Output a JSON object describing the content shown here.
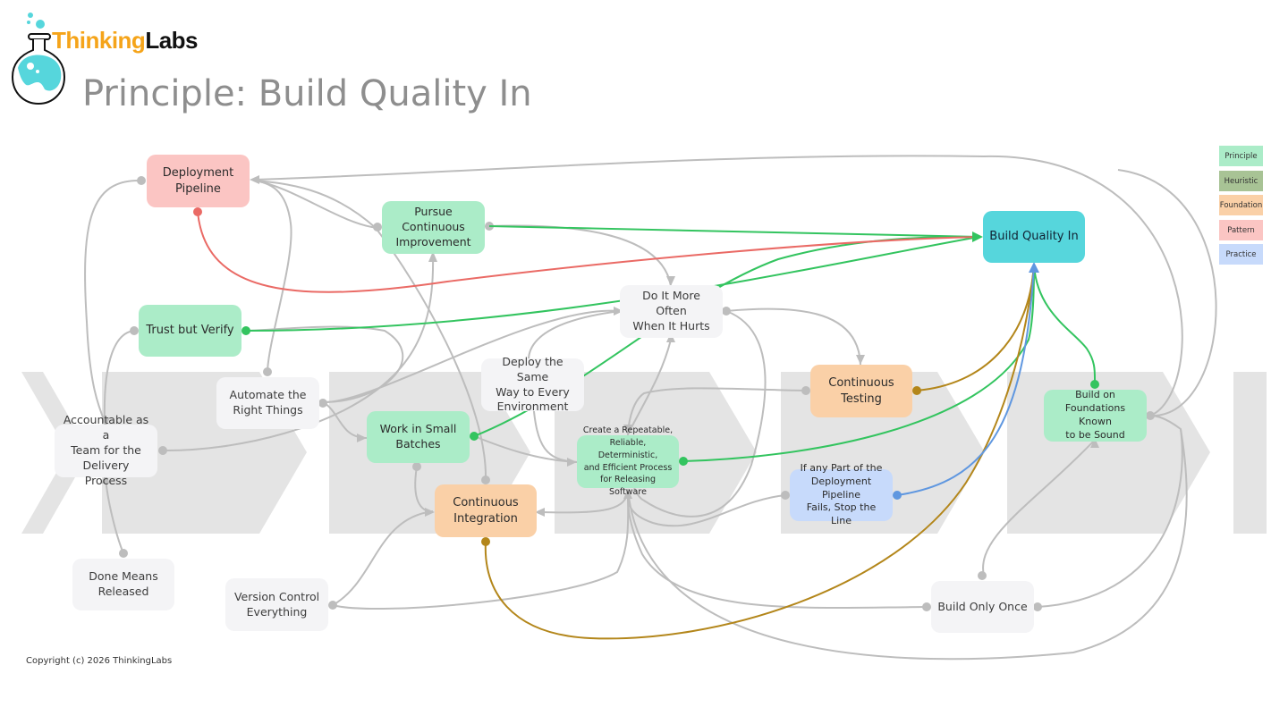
{
  "header": {
    "brand_part1": "Thinking",
    "brand_part2": "Labs",
    "title": "Principle: Build Quality In"
  },
  "legend": [
    {
      "label": "Principle",
      "color": "#abecc8"
    },
    {
      "label": "Heuristic",
      "color": "#a8c395"
    },
    {
      "label": "Foundation",
      "color": "#fad0a7"
    },
    {
      "label": "Pattern",
      "color": "#fbc5c3"
    },
    {
      "label": "Practice",
      "color": "#c7dafb"
    }
  ],
  "nodes": {
    "deployment_pipeline": "Deployment\nPipeline",
    "pursue_continuous_improvement": "Pursue\nContinuous\nImprovement",
    "build_quality_in": "Build Quality In",
    "trust_but_verify": "Trust but Verify",
    "do_it_more_often": "Do It More Often\nWhen It Hurts",
    "deploy_same_way": "Deploy the Same\nWay to Every\nEnvironment",
    "automate_right_things": "Automate the\nRight Things",
    "accountable_team": "Accountable as a\nTeam for the\nDelivery Process",
    "work_small_batches": "Work in Small\nBatches",
    "repeatable_process": "Create a Repeatable,\nReliable, Deterministic,\nand Efficient Process\nfor Releasing Software",
    "continuous_testing": "Continuous\nTesting",
    "build_on_foundations": "Build on\nFoundations Known\nto be Sound",
    "stop_the_line": "If any Part of the\nDeployment Pipeline\nFails, Stop the Line",
    "continuous_integration": "Continuous\nIntegration",
    "done_means_released": "Done Means\nReleased",
    "version_control": "Version Control\nEverything",
    "build_only_once": "Build Only Once"
  },
  "colors": {
    "principle_edge": "#33c45f",
    "pattern_edge": "#ea6a65",
    "foundation_edge": "#b3861a",
    "practice_edge": "#5f97e0",
    "neutral_edge": "#bdbdbd",
    "band": "#e4e4e4",
    "title": "#8e8e8e",
    "brand_orange": "#f5a41a",
    "logo_fill": "#56d6dc"
  },
  "footer": {
    "copyright": "Copyright (c) 2026 ThinkingLabs"
  }
}
